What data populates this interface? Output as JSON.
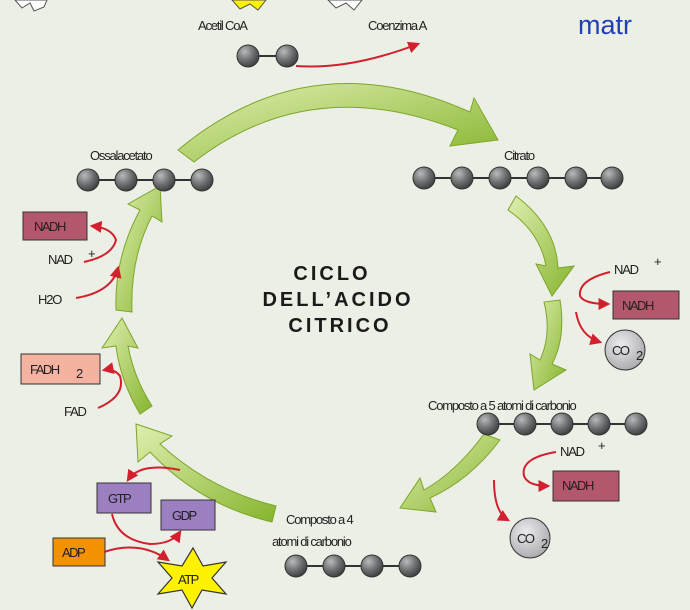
{
  "header": {
    "region_label": "matr"
  },
  "cycle_title": [
    "CICLO",
    "DELL’ACIDO",
    "CITRICO"
  ],
  "compounds": {
    "acetyl_coa": "Acetil CoA",
    "coenzyme_a": "Coenzima A",
    "citrate": "Citrato",
    "oxaloacetate": "Ossalacetato",
    "c5_line1": "Composto a 5 atomi di carbonio",
    "c4_line1": "Composto a 4",
    "c4_line2": "atomi di carbonio"
  },
  "cofactors": {
    "nadh_a": "NADH",
    "nad_a": "NAD",
    "nad_plus": "+",
    "water": "H2O",
    "fadh2": "FADH",
    "fadh2_sub": "2",
    "fad": "FAD",
    "nad_b": "NAD",
    "nadh_b": "NADH",
    "co2_a": "CO",
    "co2_sub": "2",
    "nad_c": "NAD",
    "nadh_c": "NADH",
    "co2_b": "CO",
    "gtp": "GTP",
    "gdp": "GDP",
    "adp": "ADP",
    "atp": "ATP"
  },
  "colors": {
    "background": "#ecefe6",
    "arrow_green": "#9cc63e",
    "reaction_red": "#d2202e",
    "nadh_box": "#b3586c",
    "fadh2_box": "#f4b2a0",
    "gtp_box": "#9c7fc0",
    "adp_box": "#f39200",
    "atp_star": "#fff200",
    "carbon_ball": "#6d6e70",
    "co2_circle": "#c8c8cc",
    "title_blue": "#1f3fb8"
  }
}
